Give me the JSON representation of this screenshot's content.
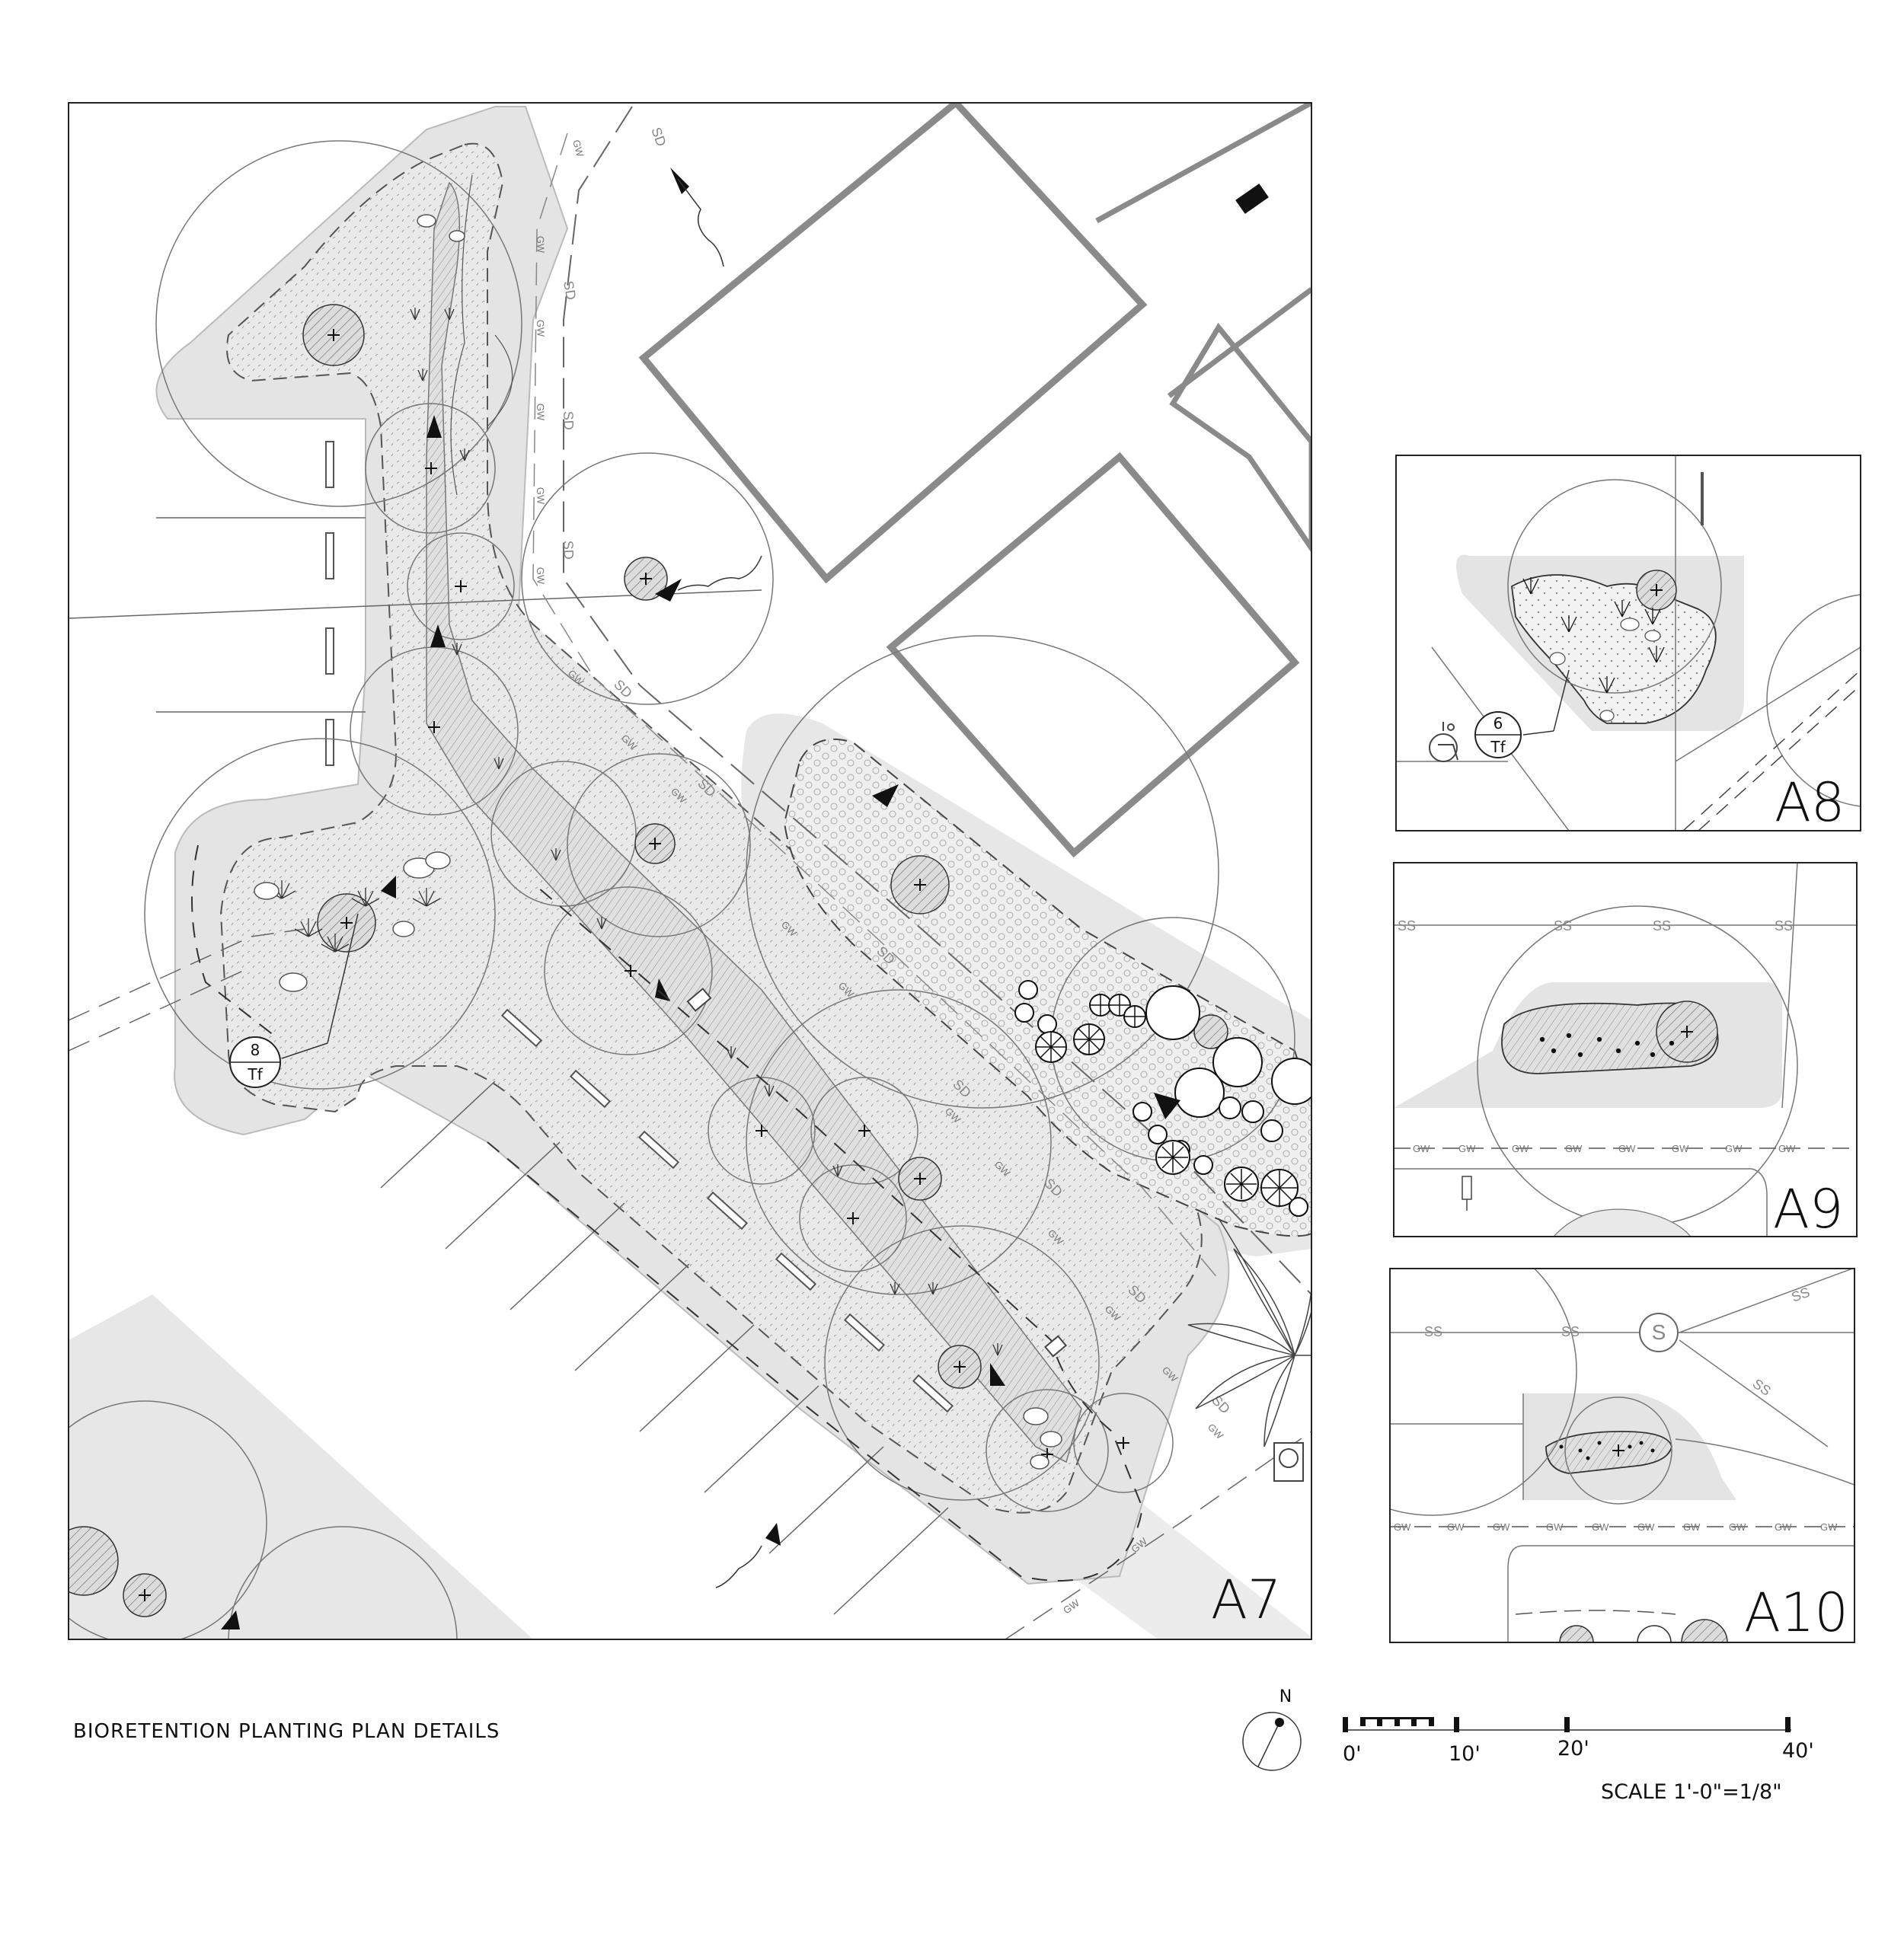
{
  "title": "BIORETENTION PLANTING PLAN DETAILS",
  "panels": {
    "a7": {
      "label": "A7"
    },
    "a8": {
      "label": "A8"
    },
    "a9": {
      "label": "A9"
    },
    "a10": {
      "label": "A10"
    }
  },
  "tags": {
    "a7_tag": {
      "number": "8",
      "code": "Tf"
    },
    "a8_tag": {
      "number": "6",
      "code": "Tf"
    }
  },
  "utility_lines": {
    "storm_drain": "SD",
    "greywater": "GW",
    "sanitary_sewer": "SS",
    "sewer_manhole": "S"
  },
  "north_arrow": {
    "label": "N"
  },
  "scale_bar": {
    "ticks": [
      "0'",
      "10'",
      "20'",
      "40'"
    ],
    "note": "SCALE 1'-0\"=1/8\""
  },
  "colors": {
    "hardscape": "#e6e6e6",
    "line": "#333333",
    "hatch": "#777777",
    "background": "#ffffff"
  }
}
